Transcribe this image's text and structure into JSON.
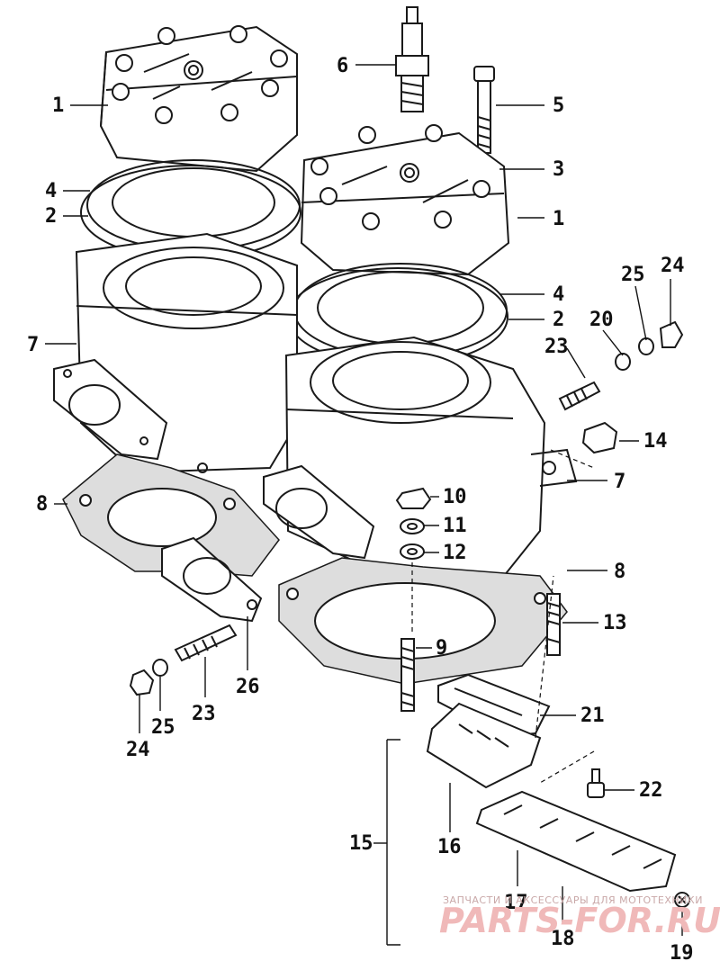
{
  "diagram": {
    "callouts": [
      {
        "id": "c1a",
        "text": "1"
      },
      {
        "id": "c1b",
        "text": "1"
      },
      {
        "id": "c2a",
        "text": "2"
      },
      {
        "id": "c2b",
        "text": "2"
      },
      {
        "id": "c3",
        "text": "3"
      },
      {
        "id": "c4a",
        "text": "4"
      },
      {
        "id": "c4b",
        "text": "4"
      },
      {
        "id": "c5",
        "text": "5"
      },
      {
        "id": "c6",
        "text": "6"
      },
      {
        "id": "c7a",
        "text": "7"
      },
      {
        "id": "c7b",
        "text": "7"
      },
      {
        "id": "c8a",
        "text": "8"
      },
      {
        "id": "c8b",
        "text": "8"
      },
      {
        "id": "c9",
        "text": "9"
      },
      {
        "id": "c10",
        "text": "10"
      },
      {
        "id": "c11",
        "text": "11"
      },
      {
        "id": "c12",
        "text": "12"
      },
      {
        "id": "c13",
        "text": "13"
      },
      {
        "id": "c14",
        "text": "14"
      },
      {
        "id": "c15",
        "text": "15"
      },
      {
        "id": "c16",
        "text": "16"
      },
      {
        "id": "c17",
        "text": "17"
      },
      {
        "id": "c18",
        "text": "18"
      },
      {
        "id": "c19",
        "text": "19"
      },
      {
        "id": "c20",
        "text": "20"
      },
      {
        "id": "c21",
        "text": "21"
      },
      {
        "id": "c22",
        "text": "22"
      },
      {
        "id": "c23a",
        "text": "23"
      },
      {
        "id": "c23b",
        "text": "23"
      },
      {
        "id": "c24a",
        "text": "24"
      },
      {
        "id": "c24b",
        "text": "24"
      },
      {
        "id": "c25a",
        "text": "25"
      },
      {
        "id": "c25b",
        "text": "25"
      },
      {
        "id": "c26",
        "text": "26"
      }
    ]
  },
  "watermark": {
    "tagline": "ЗАПЧАСТИ И АКСЕССУАРЫ ДЛЯ МОТОТЕХНИКИ",
    "brand": "PARTS-FOR.RU"
  }
}
